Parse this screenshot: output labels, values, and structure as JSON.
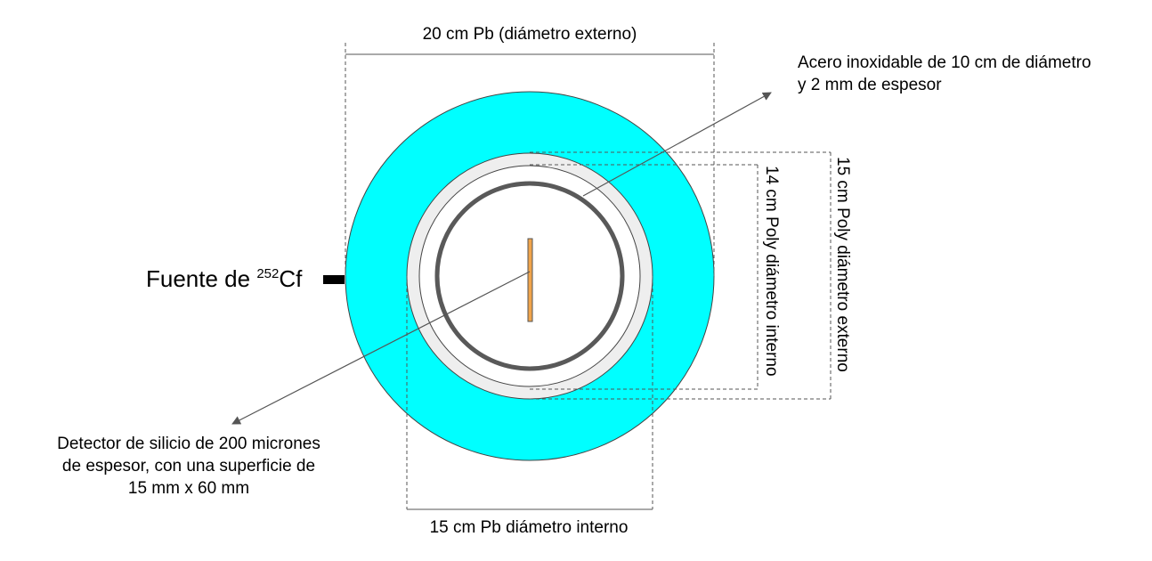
{
  "labels": {
    "pb_outer": "20 cm Pb (diámetro externo)",
    "steel_line1": "Acero inoxidable de 10 cm de diámetro",
    "steel_line2": "y 2 mm de espesor",
    "poly_inner": "14 cm Poly diámetro interno",
    "poly_outer": "15 cm Poly diámetro externo",
    "source_prefix": "Fuente de ",
    "source_isotope_mass": "252",
    "source_element": "Cf",
    "detector_line1": "Detector de silicio de 200 micrones",
    "detector_line2": "de espesor, con una superficie de",
    "detector_line3": "15 mm x 60 mm",
    "pb_inner": "15 cm Pb diámetro interno"
  },
  "colors": {
    "lead": "#00ffff",
    "polyethylene": "#eeeeee",
    "steel": "#595959",
    "detector": "#f0a44a",
    "outline": "#444444",
    "dimension_line": "#555555"
  }
}
